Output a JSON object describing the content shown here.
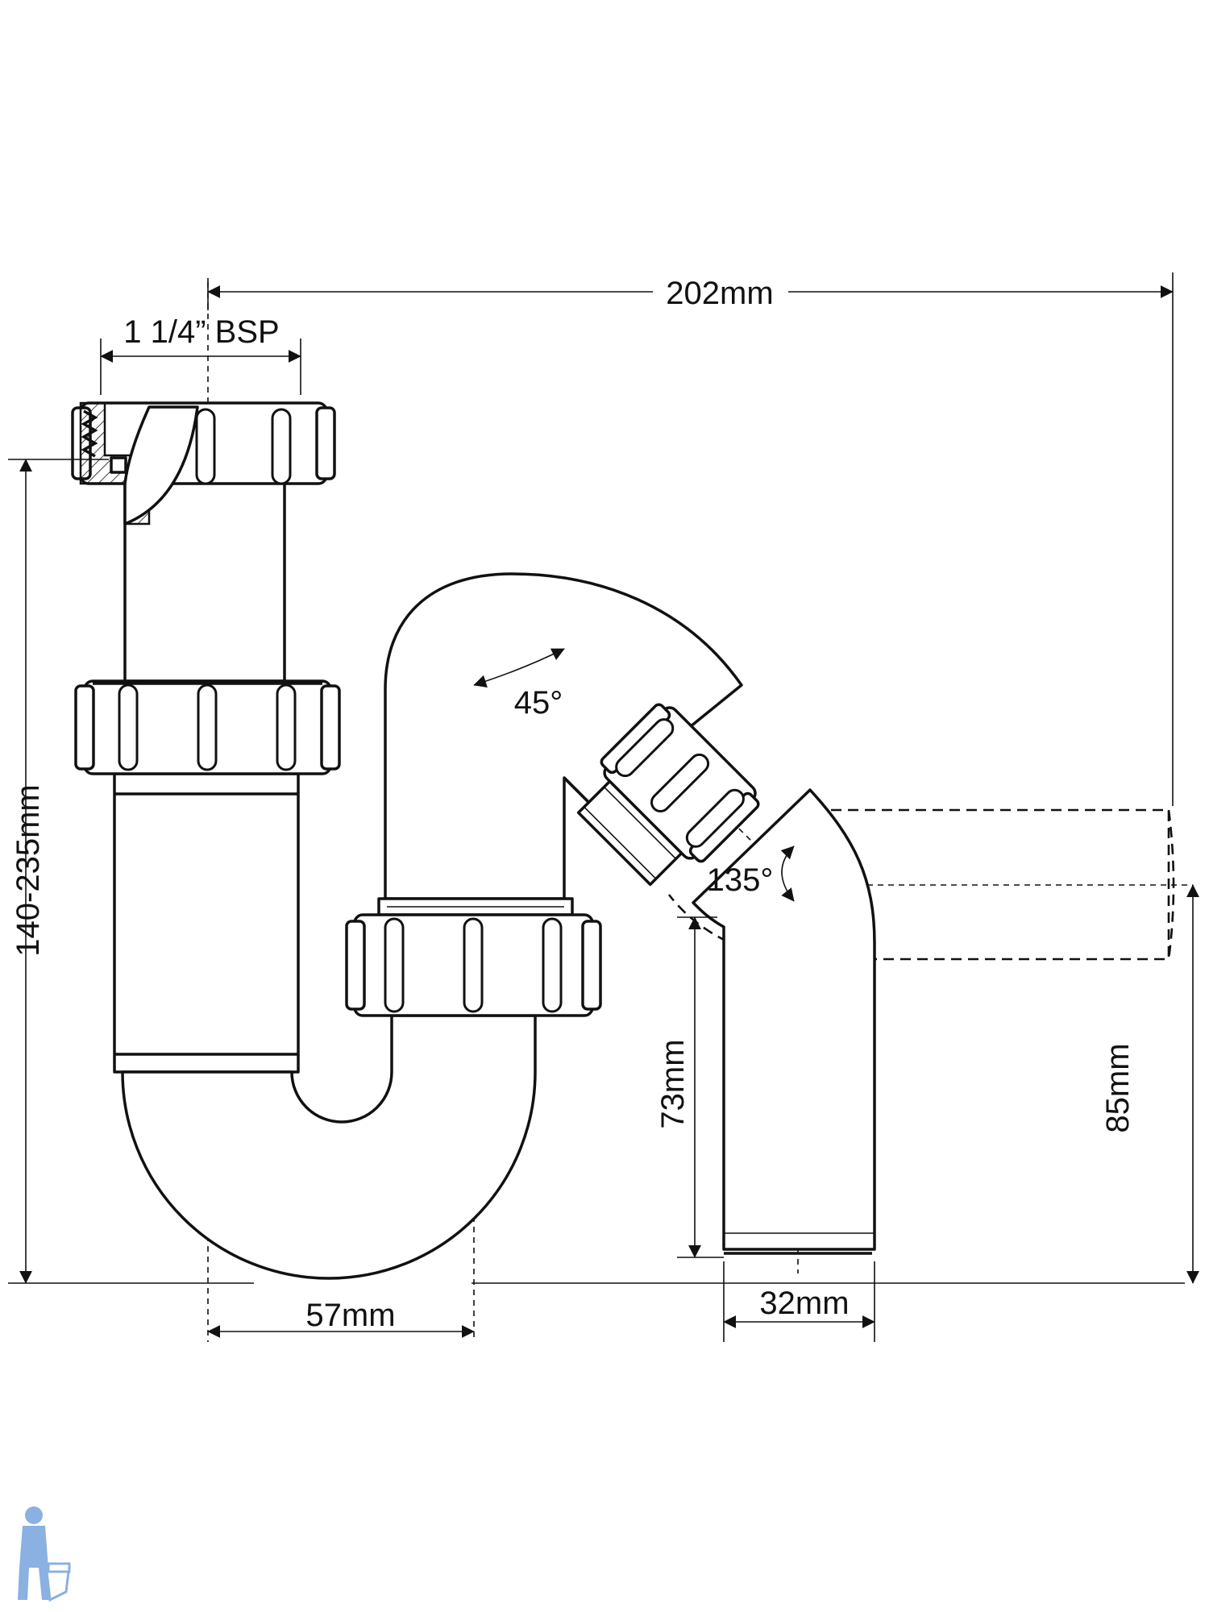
{
  "dimensions": {
    "overall_width": "202mm",
    "inlet_thread": "1 1/4” BSP",
    "height_range": "140-235mm",
    "centre_distance": "57mm",
    "outlet_height": "73mm",
    "side_outlet_height": "85mm",
    "pipe_diameter": "32mm"
  },
  "angles": {
    "swivel_angle": "45°",
    "outlet_angle": "135°"
  },
  "colors": {
    "line": "#111111",
    "background": "#ffffff",
    "mascot_blue": "#5b8fd6"
  },
  "icons": {
    "corner_logo": "plumber-mascot-icon"
  }
}
